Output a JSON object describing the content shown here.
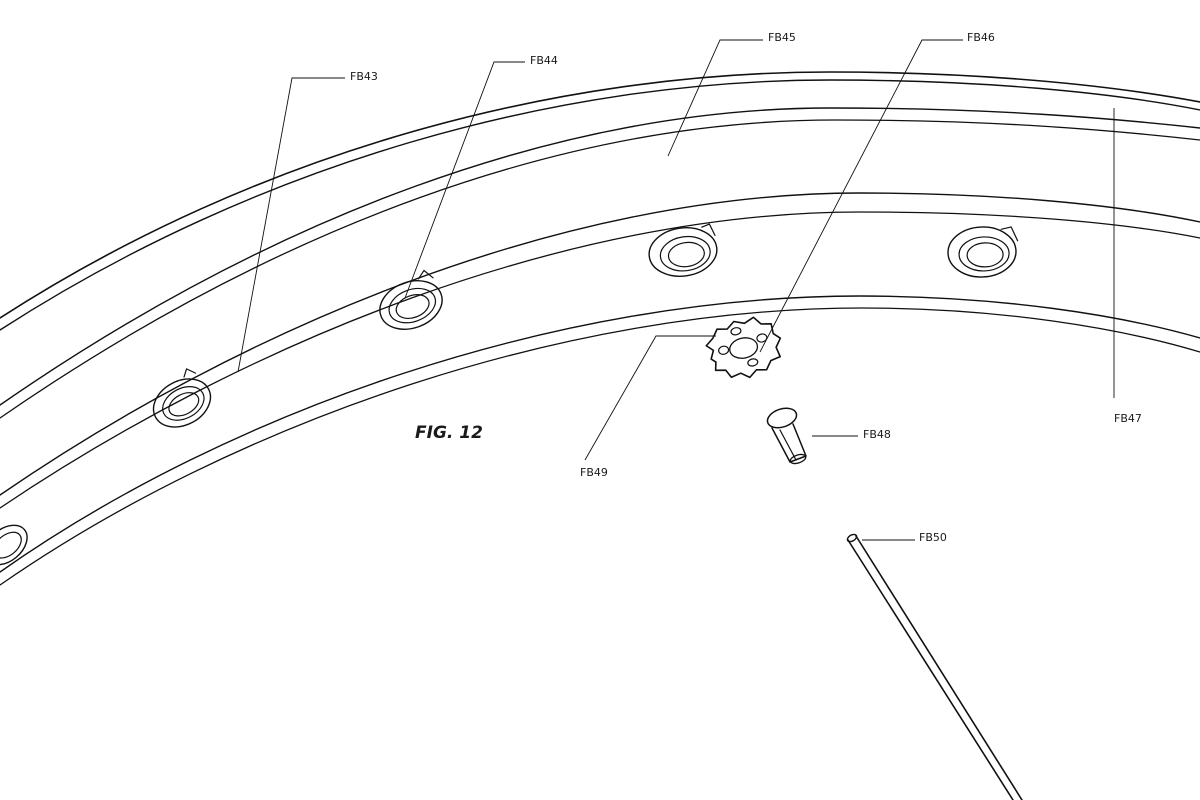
{
  "figure": {
    "caption": "FIG. 12",
    "labels": {
      "fb43": "FB43",
      "fb44": "FB44",
      "fb45": "FB45",
      "fb46": "FB46",
      "fb47": "FB47",
      "fb48": "FB48",
      "fb49": "FB49",
      "fb50": "FB50"
    }
  },
  "colors": {
    "line": "#111111",
    "background": "#ffffff"
  }
}
